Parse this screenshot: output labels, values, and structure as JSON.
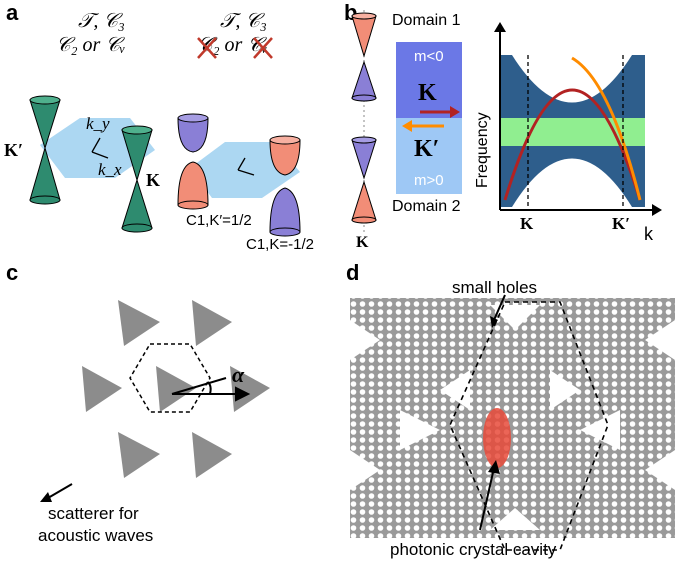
{
  "panel_a": {
    "label": "a",
    "left_sym_line1": "𝒯, 𝒞₃",
    "left_sym_line2": "𝒞₂ or 𝒞ᵥ",
    "right_sym_line1": "𝒯, 𝒞₃",
    "right_sym_line2": "𝒞₂ or 𝒞ᵥ",
    "k_prime": "K′",
    "k": "K",
    "ky": "k_y",
    "kx": "k_x",
    "chern_k_prime": "C1,K′=1/2",
    "chern_k": "C1,K=-1/2"
  },
  "panel_b": {
    "label": "b",
    "domain1": "Domain 1",
    "domain2": "Domain 2",
    "m_neg": "m<0",
    "m_pos": "m>0",
    "arrow_k": "K",
    "arrow_k_prime": "K′",
    "cone_k": "K",
    "ylabel": "Frequency",
    "xlabel": "k",
    "tick_k": "K",
    "tick_k_prime": "K′",
    "colors": {
      "band": "#2e5e8c",
      "gap": "#90ee90",
      "red": "#b22222",
      "orange": "#ff8c00",
      "domain1": "#6b78e6",
      "domain2": "#9ec8f5"
    }
  },
  "panel_c": {
    "label": "c",
    "alpha": "α",
    "caption_line1": "scatterer for",
    "caption_line2": "acoustic waves"
  },
  "panel_d": {
    "label": "d",
    "small_holes": "small holes",
    "cavity": "photonic crystal cavity"
  }
}
